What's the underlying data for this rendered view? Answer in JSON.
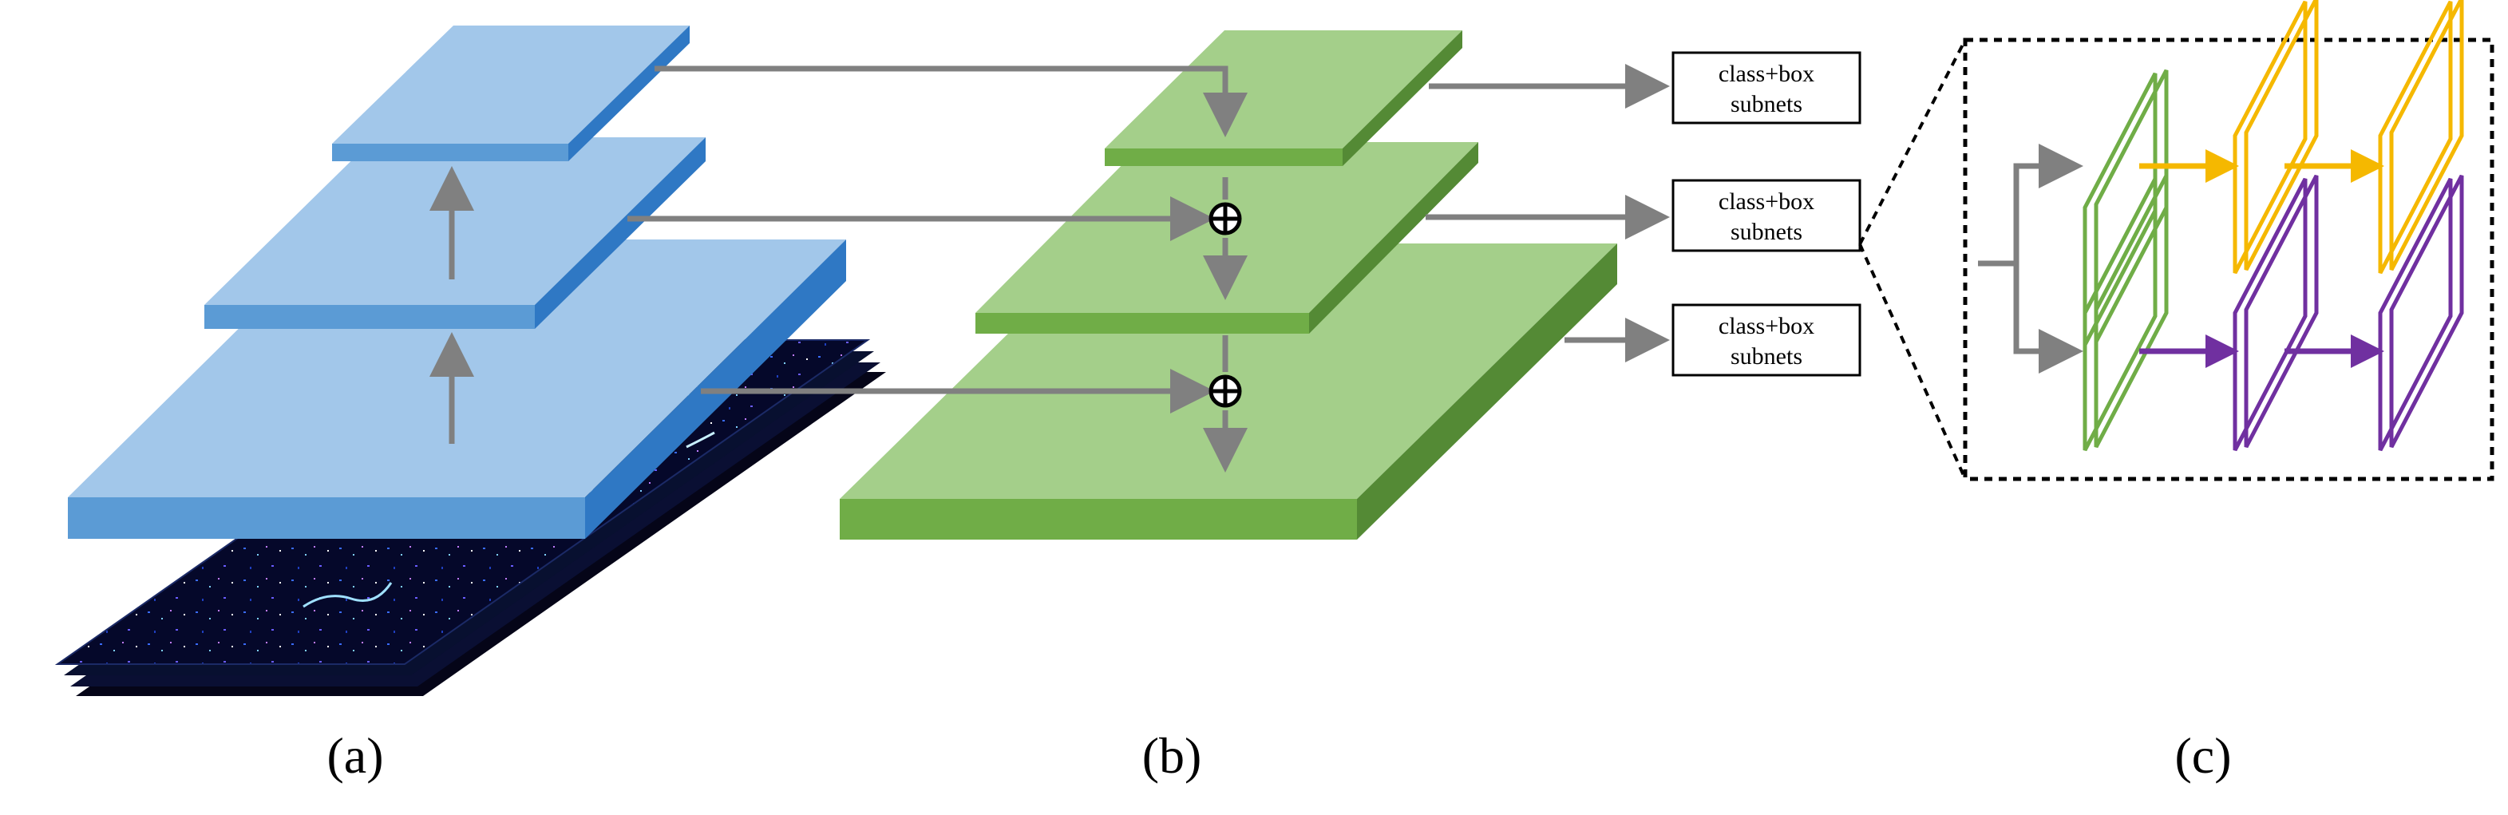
{
  "panels": {
    "a": {
      "caption": "(a)"
    },
    "b": {
      "caption": "(b)"
    },
    "c": {
      "caption": "(c)"
    }
  },
  "subnets": [
    {
      "line1": "class+box",
      "line2": "subnets"
    },
    {
      "line1": "class+box",
      "line2": "subnets"
    },
    {
      "line1": "class+box",
      "line2": "subnets"
    }
  ],
  "colors": {
    "blue_top": "#a2c7ea",
    "blue_side": "#3d87cf",
    "green_top": "#a4cf8a",
    "green_side": "#5a9a3a",
    "arrow_gray": "#808080",
    "yellow": "#f5b800",
    "purple": "#7030a0",
    "subnet_green": "#70ad47"
  }
}
